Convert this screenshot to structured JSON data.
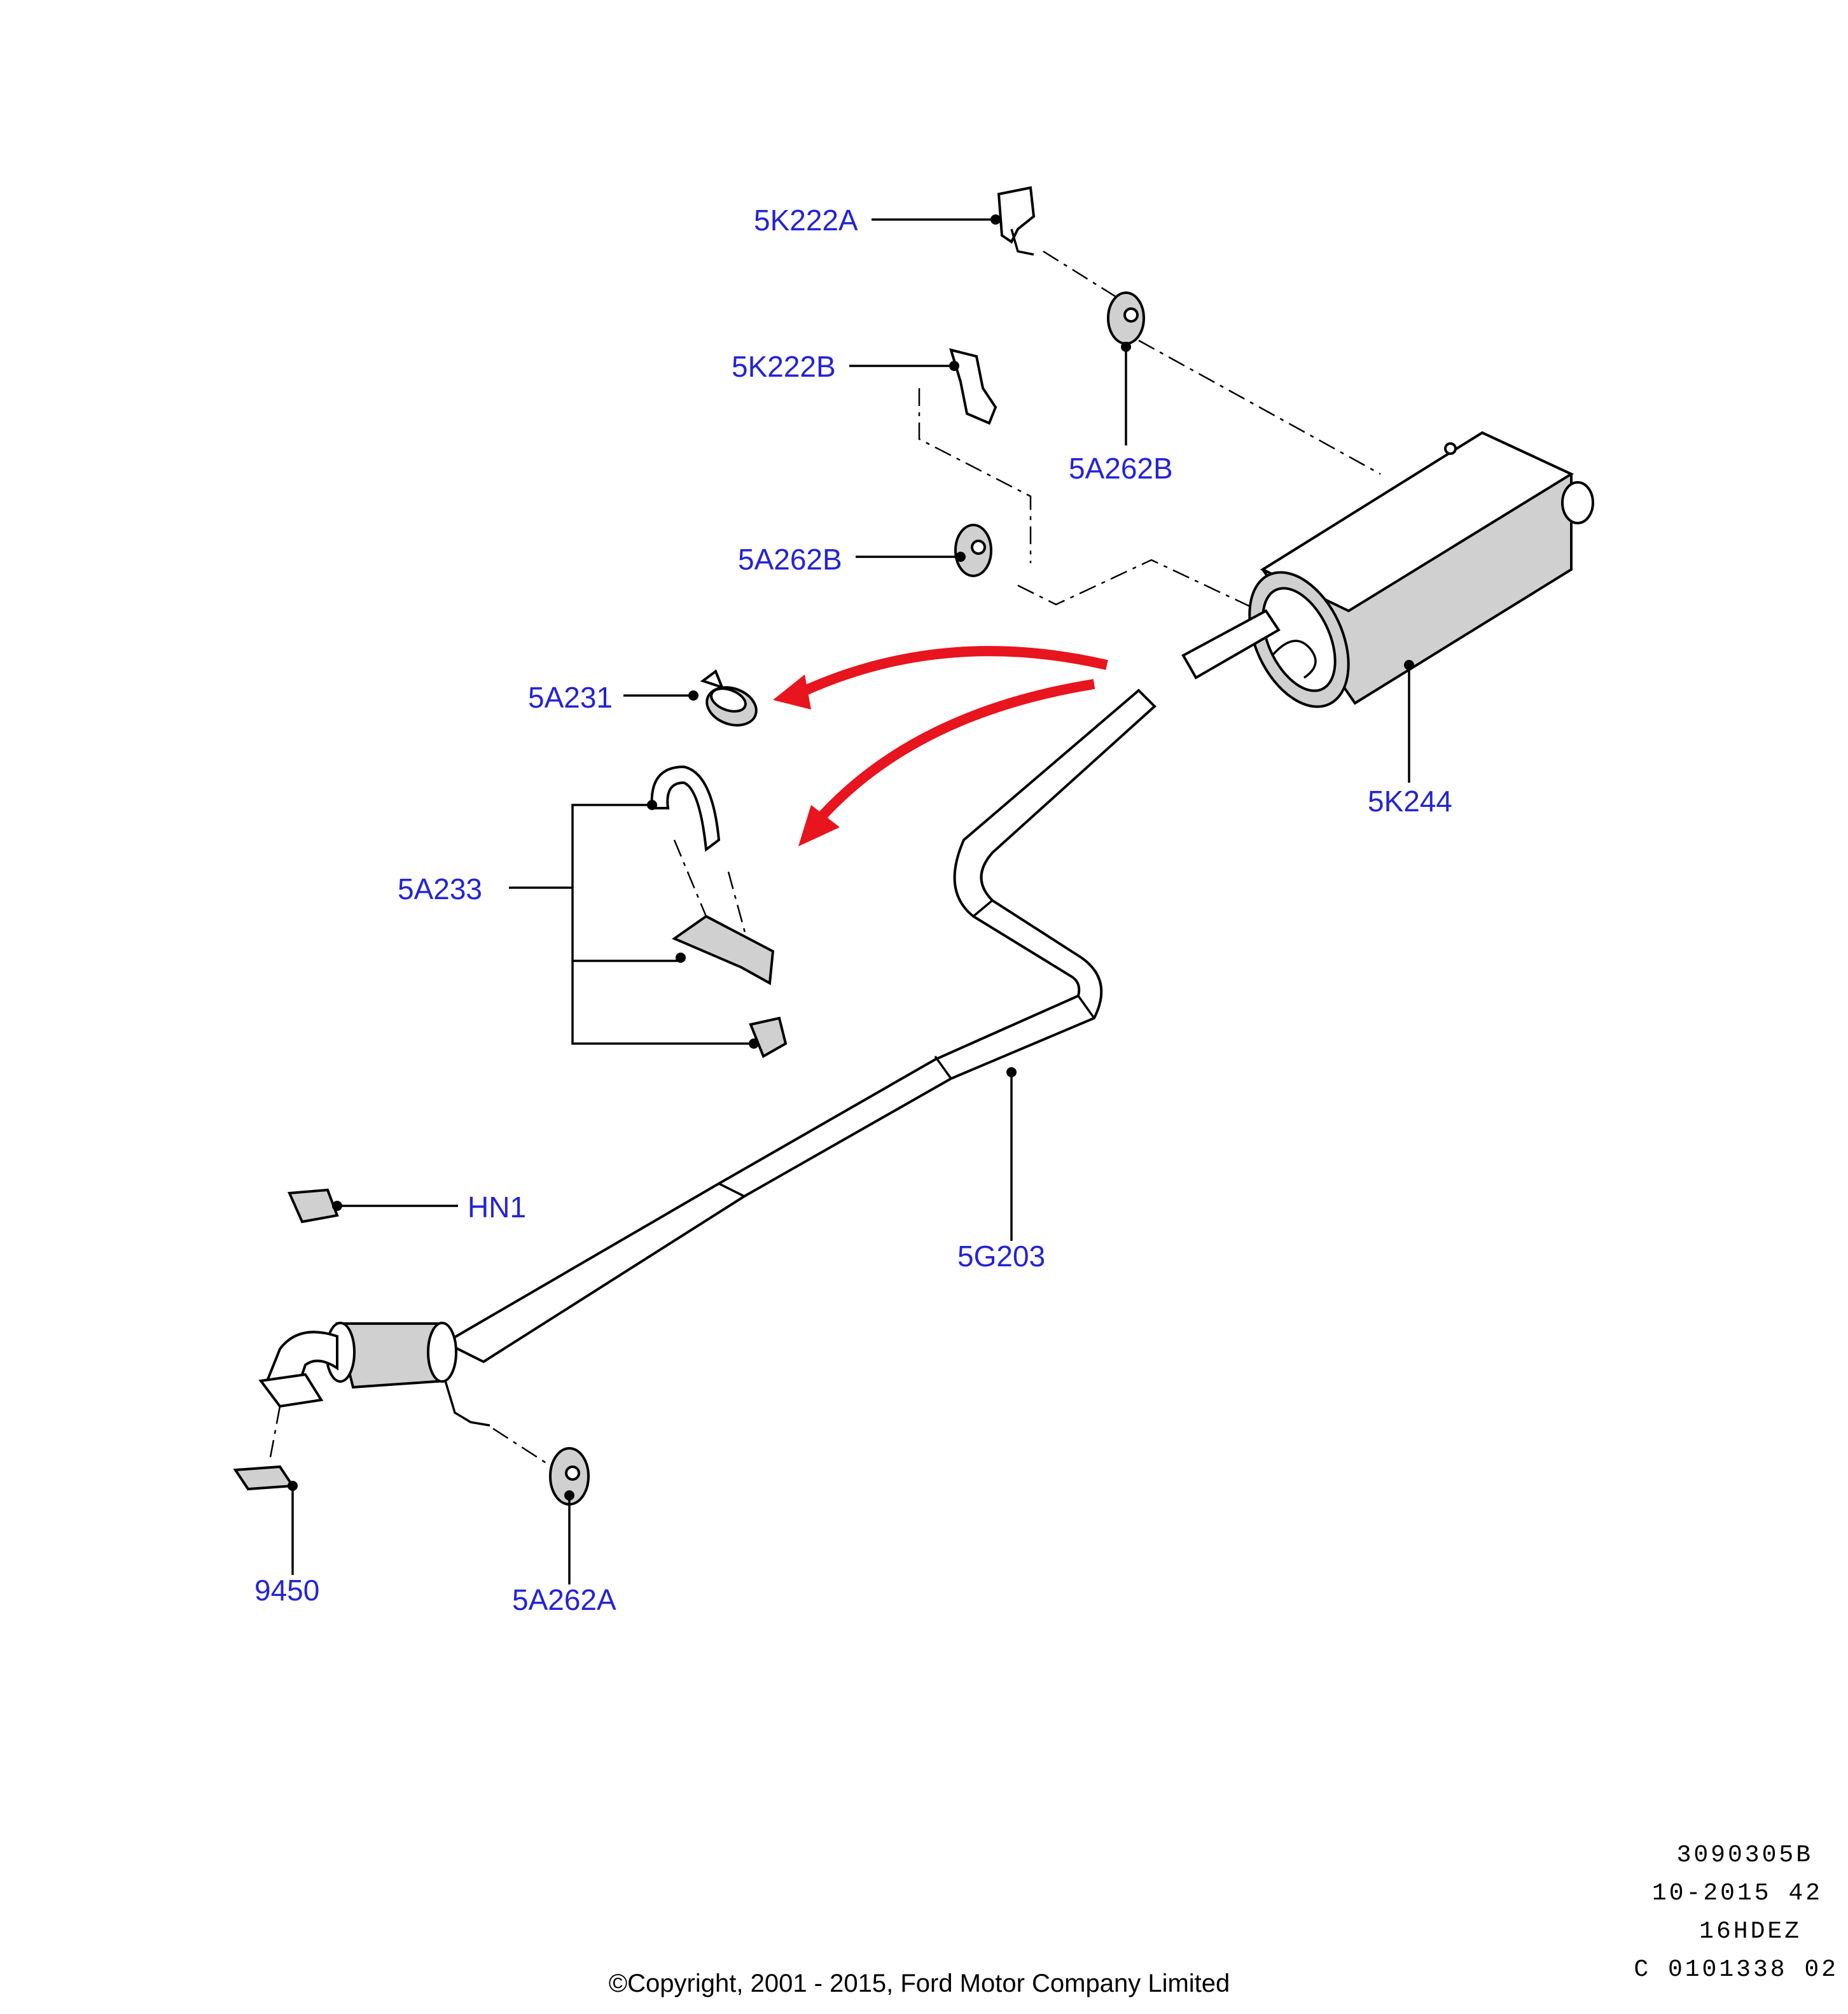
{
  "labels": {
    "lbl_5k222a": "5K222A",
    "lbl_5k222b": "5K222B",
    "lbl_5a262b_upper": "5A262B",
    "lbl_5a262b_lower": "5A262B",
    "lbl_5a231": "5A231",
    "lbl_5a233": "5A233",
    "lbl_5k244": "5K244",
    "lbl_hn1": "HN1",
    "lbl_5g203": "5G203",
    "lbl_9450": "9450",
    "lbl_5a262a": "5A262A"
  },
  "reference": {
    "code": "3090305B",
    "date": "10-2015 42",
    "model": "16HDEZ",
    "catalog": "C 0101338 02"
  },
  "copyright": "©Copyright, 2001 - 2015, Ford Motor Company Limited",
  "colors": {
    "label": "#2323d8",
    "arrow": "#e8141e",
    "line": "#000000",
    "part_fill": "#d0d0d0"
  }
}
